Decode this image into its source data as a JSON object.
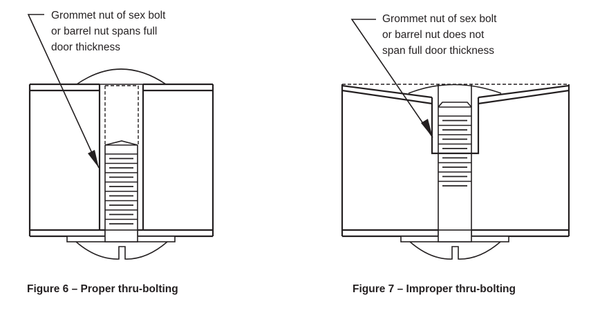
{
  "figures": [
    {
      "id": "figure-6",
      "callout": "Grommet nut of sex bolt\nor barrel nut spans full\ndoor thickness",
      "caption": "Figure 6 – Proper thru-bolting",
      "nut_spans_full_thickness": true
    },
    {
      "id": "figure-7",
      "callout": "Grommet nut of sex bolt\nor barrel nut does not\nspan full door thickness",
      "caption": "Figure 7 – Improper thru-bolting",
      "nut_spans_full_thickness": false
    }
  ],
  "colors": {
    "line": "#231f20",
    "background": "#ffffff"
  }
}
